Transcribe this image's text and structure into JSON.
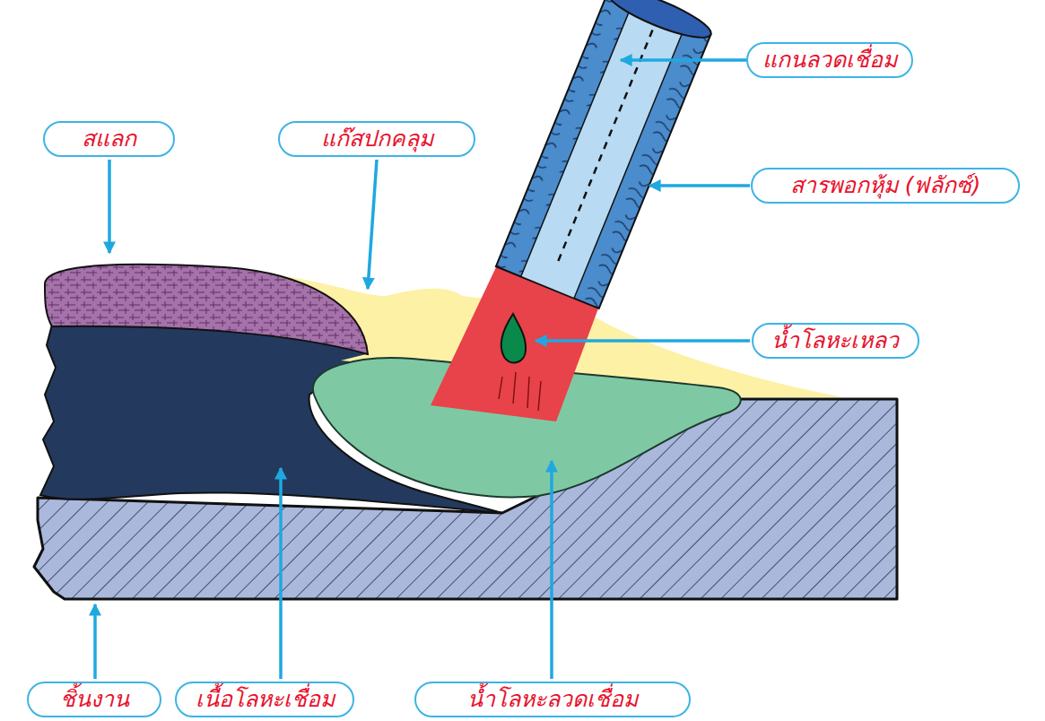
{
  "diagram": {
    "nodes": [
      {
        "text": [
          "แกนลวดเชื่อม"
        ]
      },
      {
        "text": [
          "สแลก"
        ]
      },
      {
        "text": [
          "แก๊สปกคลุม"
        ]
      },
      {
        "text": [
          "สารพอกหุ้ม (ฟลักซ์)"
        ]
      },
      {
        "text": [
          "น้ำโลหะเหลว"
        ]
      },
      {
        "text": [
          "ชิ้นงาน"
        ]
      },
      {
        "text": [
          "เนื้อโลหะเชื่อม"
        ]
      },
      {
        "text": [
          "น้ำโลหะลวดเชื่อม"
        ]
      }
    ]
  }
}
